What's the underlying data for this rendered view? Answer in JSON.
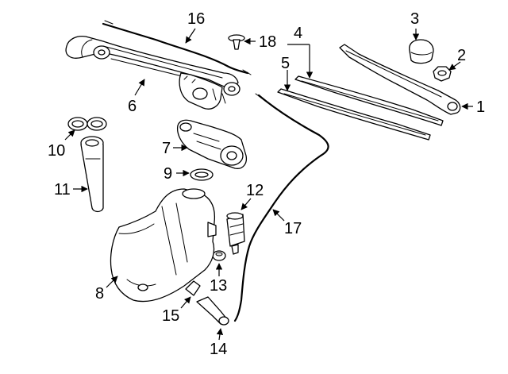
{
  "diagram": {
    "colors": {
      "line": "#000000",
      "fill": "#ffffff",
      "shade": "#d9d9d9"
    },
    "callouts": [
      {
        "id": "c1",
        "text": "1"
      },
      {
        "id": "c2",
        "text": "2"
      },
      {
        "id": "c3",
        "text": "3"
      },
      {
        "id": "c4",
        "text": "4"
      },
      {
        "id": "c5",
        "text": "5"
      },
      {
        "id": "c6",
        "text": "6"
      },
      {
        "id": "c7",
        "text": "7"
      },
      {
        "id": "c8",
        "text": "8"
      },
      {
        "id": "c9",
        "text": "9"
      },
      {
        "id": "c10",
        "text": "10"
      },
      {
        "id": "c11",
        "text": "11"
      },
      {
        "id": "c12",
        "text": "12"
      },
      {
        "id": "c13",
        "text": "13"
      },
      {
        "id": "c14",
        "text": "14"
      },
      {
        "id": "c15",
        "text": "15"
      },
      {
        "id": "c16",
        "text": "16"
      },
      {
        "id": "c17",
        "text": "17"
      },
      {
        "id": "c18",
        "text": "18"
      }
    ]
  }
}
